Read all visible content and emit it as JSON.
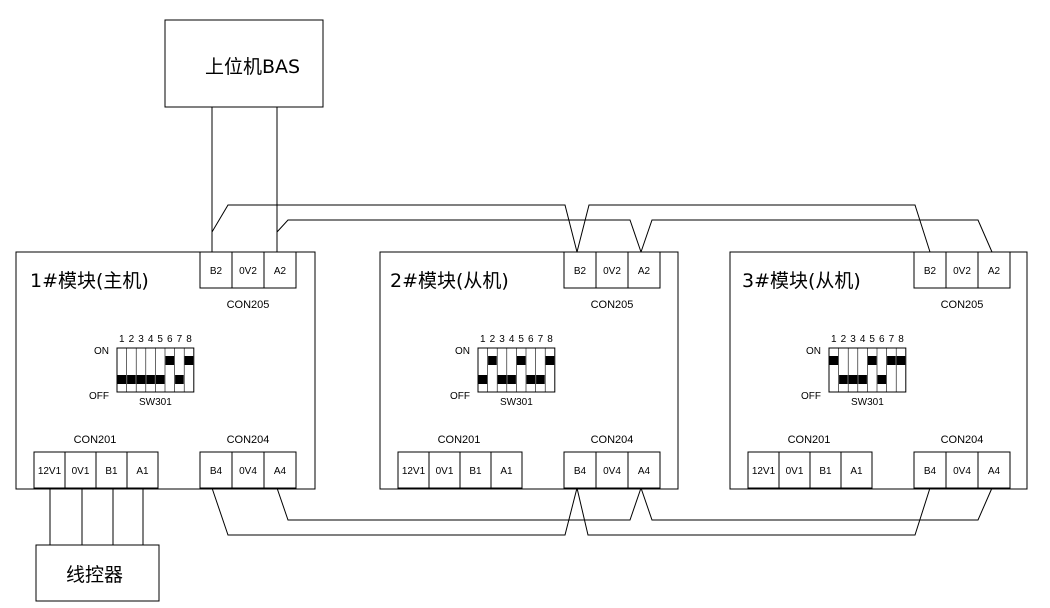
{
  "host": {
    "label": "上位机BAS"
  },
  "controller": {
    "label": "线控器"
  },
  "modules": [
    {
      "title": "1#模块(主机)",
      "con205": {
        "name": "CON205",
        "pins": [
          "B2",
          "0V2",
          "A2"
        ]
      },
      "con201": {
        "name": "CON201",
        "pins": [
          "12V1",
          "0V1",
          "B1",
          "A1"
        ]
      },
      "con204": {
        "name": "CON204",
        "pins": [
          "B4",
          "0V4",
          "A4"
        ]
      },
      "switch": {
        "name": "SW301",
        "on": "ON",
        "off": "OFF",
        "numbers": [
          "1",
          "2",
          "3",
          "4",
          "5",
          "6",
          "7",
          "8"
        ],
        "states": [
          "off",
          "off",
          "off",
          "off",
          "off",
          "on",
          "off",
          "on"
        ]
      }
    },
    {
      "title": "2#模块(从机)",
      "con205": {
        "name": "CON205",
        "pins": [
          "B2",
          "0V2",
          "A2"
        ]
      },
      "con201": {
        "name": "CON201",
        "pins": [
          "12V1",
          "0V1",
          "B1",
          "A1"
        ]
      },
      "con204": {
        "name": "CON204",
        "pins": [
          "B4",
          "0V4",
          "A4"
        ]
      },
      "switch": {
        "name": "SW301",
        "on": "ON",
        "off": "OFF",
        "numbers": [
          "1",
          "2",
          "3",
          "4",
          "5",
          "6",
          "7",
          "8"
        ],
        "states": [
          "off",
          "on",
          "off",
          "off",
          "on",
          "off",
          "off",
          "on"
        ]
      }
    },
    {
      "title": "3#模块(从机)",
      "con205": {
        "name": "CON205",
        "pins": [
          "B2",
          "0V2",
          "A2"
        ]
      },
      "con201": {
        "name": "CON201",
        "pins": [
          "12V1",
          "0V1",
          "B1",
          "A1"
        ]
      },
      "con204": {
        "name": "CON204",
        "pins": [
          "B4",
          "0V4",
          "A4"
        ]
      },
      "switch": {
        "name": "SW301",
        "on": "ON",
        "off": "OFF",
        "numbers": [
          "1",
          "2",
          "3",
          "4",
          "5",
          "6",
          "7",
          "8"
        ],
        "states": [
          "on",
          "off",
          "off",
          "off",
          "on",
          "off",
          "on",
          "on"
        ]
      }
    }
  ]
}
